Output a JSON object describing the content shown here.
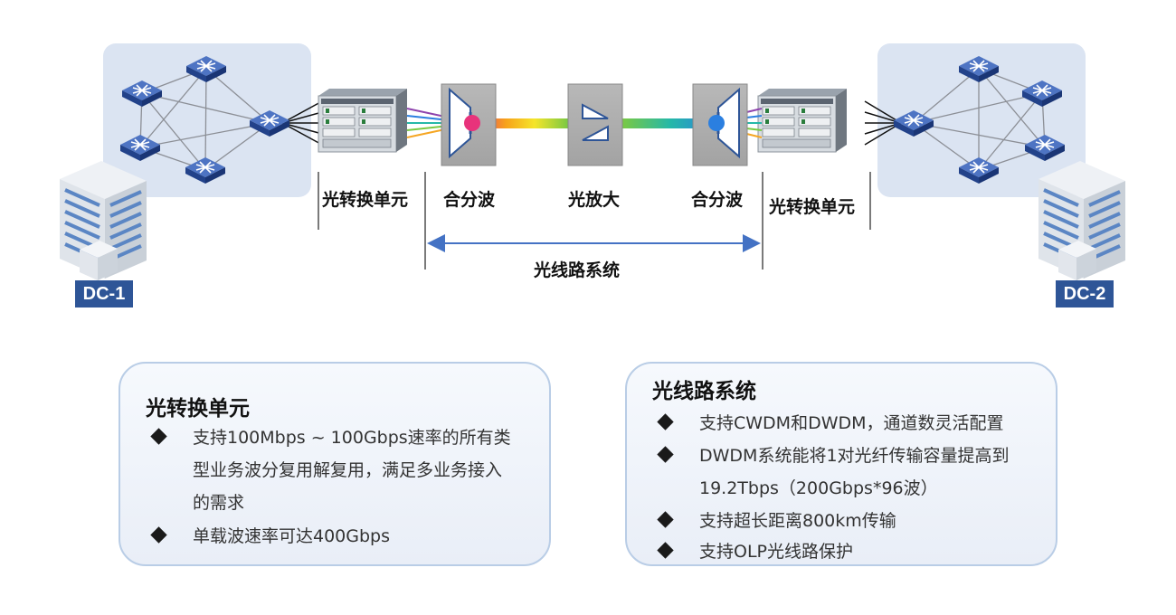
{
  "diagram": {
    "left_dc_label": "DC-1",
    "right_dc_label": "DC-2",
    "left_converter_label": "光转换单元",
    "left_mux_label": "合分波",
    "amplifier_label": "光放大",
    "right_mux_label": "合分波",
    "right_converter_label": "光转换单元",
    "span_label": "光线路系统",
    "colors": {
      "accent_blue": "#2e5597",
      "cloud_fill": "#dbe4f2",
      "span_arrow": "#4472c4",
      "switch_blue": "#2f55a4"
    },
    "icons": [
      "switch-icon",
      "building-icon",
      "wdm-chassis-icon",
      "mux-icon",
      "amplifier-icon"
    ]
  },
  "cards": [
    {
      "title": "光转换单元",
      "bullets": [
        "支持100Mbps ~ 100Gbps速率的所有类\n型业务波分复用解复用，满足多业务接入\n的需求",
        "单载波速率可达400Gbps"
      ]
    },
    {
      "title": "光线路系统",
      "bullets": [
        "支持CWDM和DWDM，通道数灵活配置",
        "DWDM系统能将1对光纤传输容量提高到\n19.2Tbps（200Gbps*96波）",
        "支持超长距离800km传输",
        "支持OLP光线路保护"
      ]
    }
  ]
}
